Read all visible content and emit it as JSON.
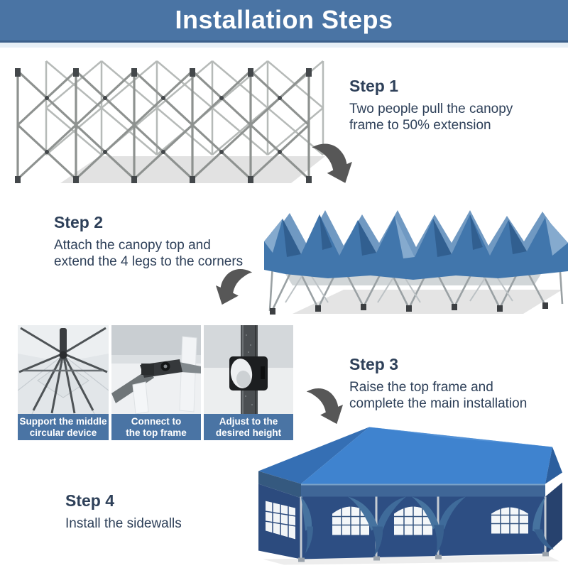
{
  "header": {
    "title": "Installation Steps"
  },
  "steps": [
    {
      "label": "Step 1",
      "line1": "Two people pull the canopy",
      "line2": "frame to 50% extension"
    },
    {
      "label": "Step 2",
      "line1": "Attach the canopy top and",
      "line2": "extend the 4 legs to the corners"
    },
    {
      "label": "Step 3",
      "line1": "Raise the top frame and",
      "line2": "complete the main installation"
    },
    {
      "label": "Step 4",
      "line1": "Install the sidewalls",
      "line2": ""
    }
  ],
  "detail_tiles": [
    {
      "icon": "canopy-underside-hub-photo",
      "caption_line1": "Support the middle",
      "caption_line2": "circular device"
    },
    {
      "icon": "frame-connector-bracket-photo",
      "caption_line1": "Connect to",
      "caption_line2": "the top frame"
    },
    {
      "icon": "leg-height-adjust-button-photo",
      "caption_line1": "Adjust to the",
      "caption_line2": "desired height"
    }
  ],
  "colors": {
    "header_bg": "#4a74a4",
    "header_underline": "#3c5f8a",
    "step_text": "#2e4059",
    "caption_bg": "#4a74a4",
    "caption_text": "#ffffff",
    "arrow": "#575757",
    "tent_roof_blue": "#3f83cf",
    "tent_wall_navy": "#2d4e83",
    "folded_canopy_blue": "#4176ac",
    "frame_gray": "#8e9290"
  }
}
